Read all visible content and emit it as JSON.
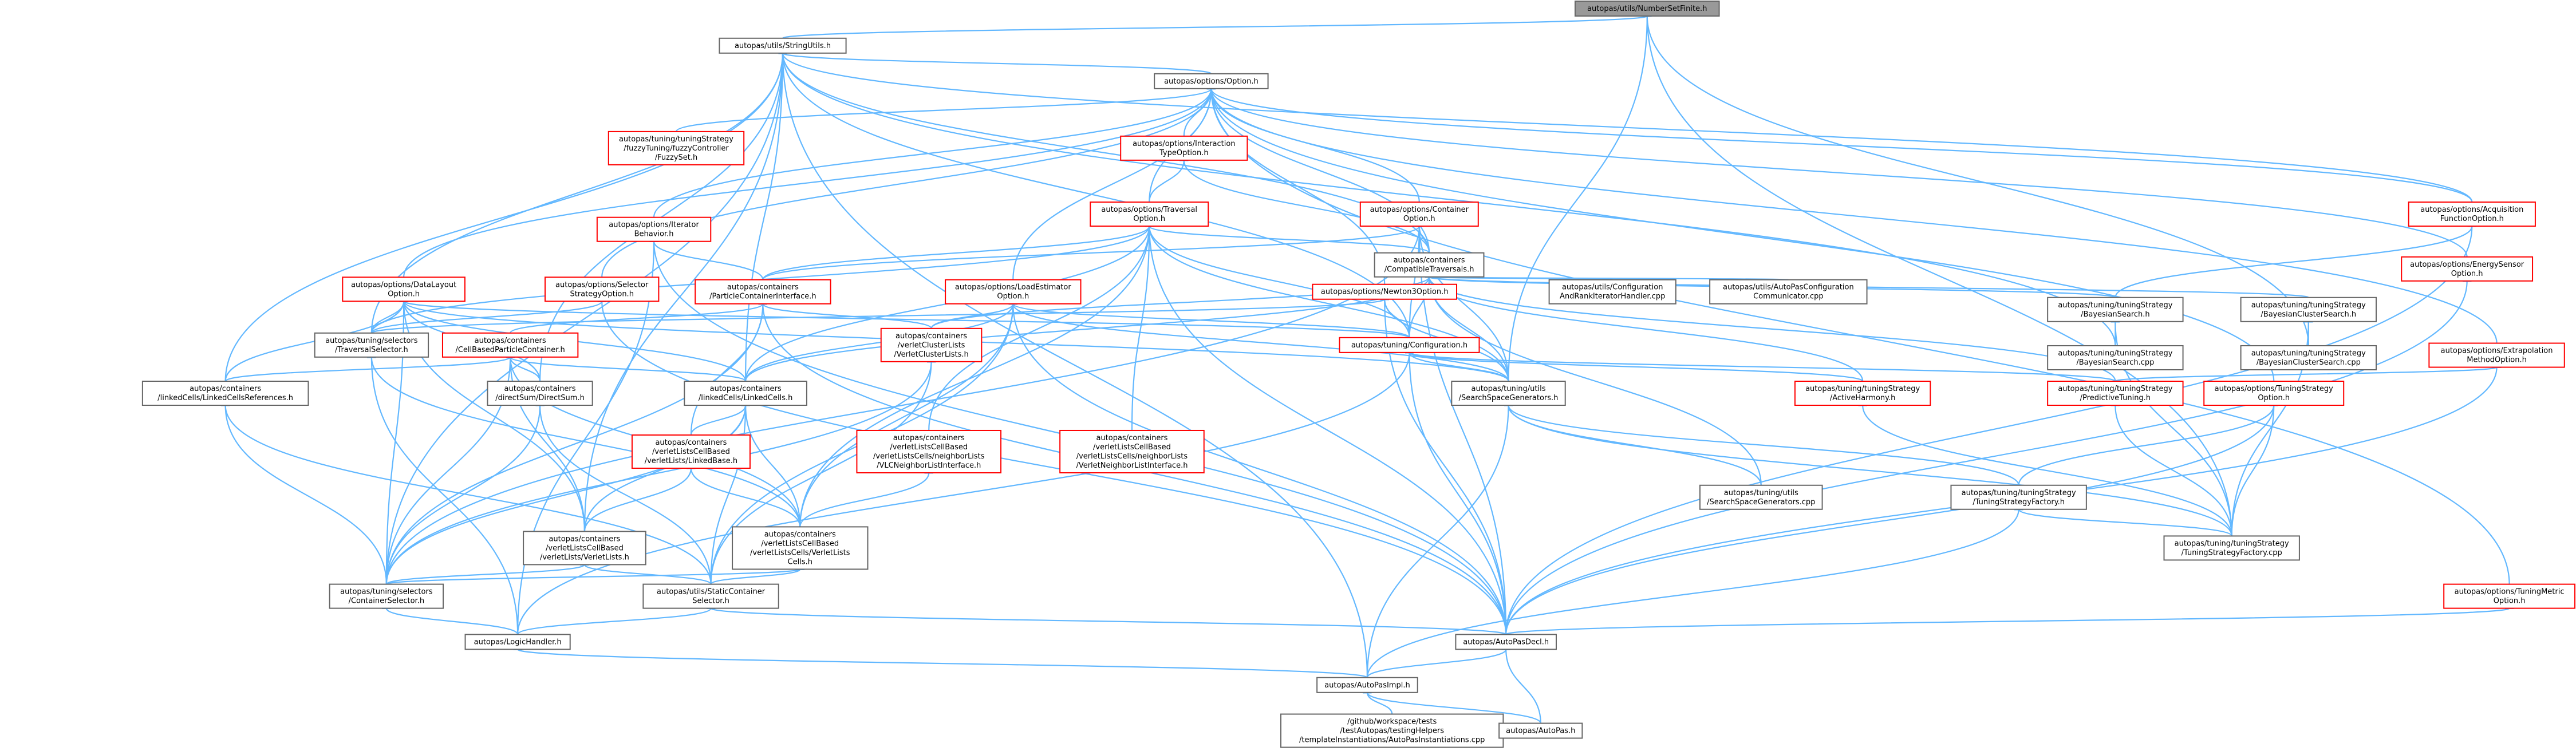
{
  "nodes": [
    {
      "id": "numberset",
      "lines": [
        "autopas/utils/NumberSetFinite.h"
      ],
      "style": "root"
    },
    {
      "id": "stringutils",
      "lines": [
        "autopas/utils/StringUtils.h"
      ],
      "style": "normal"
    },
    {
      "id": "option",
      "lines": [
        "autopas/options/Option.h"
      ],
      "style": "normal"
    },
    {
      "id": "fuzzyset",
      "lines": [
        "autopas/tuning/tuningStrategy",
        "/fuzzyTuning/fuzzyController",
        "/FuzzySet.h"
      ],
      "style": "red"
    },
    {
      "id": "interactiontype",
      "lines": [
        "autopas/options/Interaction",
        "TypeOption.h"
      ],
      "style": "red"
    },
    {
      "id": "traversaloption",
      "lines": [
        "autopas/options/Traversal",
        "Option.h"
      ],
      "style": "red"
    },
    {
      "id": "containeroption",
      "lines": [
        "autopas/options/Container",
        "Option.h"
      ],
      "style": "red"
    },
    {
      "id": "acquisition",
      "lines": [
        "autopas/options/Acquisition",
        "FunctionOption.h"
      ],
      "style": "red"
    },
    {
      "id": "iteratorbehavior",
      "lines": [
        "autopas/options/Iterator",
        "Behavior.h"
      ],
      "style": "red"
    },
    {
      "id": "compatibletraversals",
      "lines": [
        "autopas/containers",
        "/CompatibleTraversals.h"
      ],
      "style": "normal"
    },
    {
      "id": "energysensor",
      "lines": [
        "autopas/options/EnergySensor",
        "Option.h"
      ],
      "style": "red"
    },
    {
      "id": "datalayout",
      "lines": [
        "autopas/options/DataLayout",
        "Option.h"
      ],
      "style": "red"
    },
    {
      "id": "selectorstrategy",
      "lines": [
        "autopas/options/Selector",
        "StrategyOption.h"
      ],
      "style": "red"
    },
    {
      "id": "particlecontainerinterface",
      "lines": [
        "autopas/containers",
        "/ParticleContainerInterface.h"
      ],
      "style": "red"
    },
    {
      "id": "loadestimator",
      "lines": [
        "autopas/options/LoadEstimator",
        "Option.h"
      ],
      "style": "red"
    },
    {
      "id": "newton3",
      "lines": [
        "autopas/options/Newton3Option.h"
      ],
      "style": "red"
    },
    {
      "id": "configandrank",
      "lines": [
        "autopas/utils/Configuration",
        "AndRankIteratorHandler.cpp"
      ],
      "style": "normal"
    },
    {
      "id": "autopasconfigcomm",
      "lines": [
        "autopas/utils/AutoPasConfiguration",
        "Communicator.cpp"
      ],
      "style": "normal"
    },
    {
      "id": "bayesiansearchh",
      "lines": [
        "autopas/tuning/tuningStrategy",
        "/BayesianSearch.h"
      ],
      "style": "normal"
    },
    {
      "id": "bayesianclusterh",
      "lines": [
        "autopas/tuning/tuningStrategy",
        "/BayesianClusterSearch.h"
      ],
      "style": "normal"
    },
    {
      "id": "traversalselector",
      "lines": [
        "autopas/tuning/selectors",
        "/TraversalSelector.h"
      ],
      "style": "normal"
    },
    {
      "id": "cellbasedcontainer",
      "lines": [
        "autopas/containers",
        "/CellBasedParticleContainer.h"
      ],
      "style": "red"
    },
    {
      "id": "verletclusterlists",
      "lines": [
        "autopas/containers",
        "/verletClusterLists",
        "/VerletClusterLists.h"
      ],
      "style": "red"
    },
    {
      "id": "configuration",
      "lines": [
        "autopas/tuning/Configuration.h"
      ],
      "style": "red"
    },
    {
      "id": "bayesiansearchcpp",
      "lines": [
        "autopas/tuning/tuningStrategy",
        "/BayesianSearch.cpp"
      ],
      "style": "normal"
    },
    {
      "id": "bayesianclustercpp",
      "lines": [
        "autopas/tuning/tuningStrategy",
        "/BayesianClusterSearch.cpp"
      ],
      "style": "normal"
    },
    {
      "id": "extrapolation",
      "lines": [
        "autopas/options/Extrapolation",
        "MethodOption.h"
      ],
      "style": "red"
    },
    {
      "id": "linkedcellsrefs",
      "lines": [
        "autopas/containers",
        "/linkedCells/LinkedCellsReferences.h"
      ],
      "style": "normal"
    },
    {
      "id": "directsum",
      "lines": [
        "autopas/containers",
        "/directSum/DirectSum.h"
      ],
      "style": "normal"
    },
    {
      "id": "linkedcells",
      "lines": [
        "autopas/containers",
        "/linkedCells/LinkedCells.h"
      ],
      "style": "normal"
    },
    {
      "id": "searchspacegenerators",
      "lines": [
        "autopas/tuning/utils",
        "/SearchSpaceGenerators.h"
      ],
      "style": "normal"
    },
    {
      "id": "activeharmony",
      "lines": [
        "autopas/tuning/tuningStrategy",
        "/ActiveHarmony.h"
      ],
      "style": "red"
    },
    {
      "id": "predictivetuning",
      "lines": [
        "autopas/tuning/tuningStrategy",
        "/PredictiveTuning.h"
      ],
      "style": "red"
    },
    {
      "id": "tuningstrategyoption",
      "lines": [
        "autopas/options/TuningStrategy",
        "Option.h"
      ],
      "style": "red"
    },
    {
      "id": "verletlistsbase",
      "lines": [
        "autopas/containers",
        "/verletListsCellBased",
        "/verletLists/LinkedBase.h"
      ],
      "style": "red"
    },
    {
      "id": "vlcneighbor",
      "lines": [
        "autopas/containers",
        "/verletListsCellBased",
        "/verletListsCells/neighborLists",
        "/VLCNeighborListInterface.h"
      ],
      "style": "red"
    },
    {
      "id": "verletneighbor",
      "lines": [
        "autopas/containers",
        "/verletListsCellBased",
        "/verletListsCells/neighborLists",
        "/VerletNeighborListInterface.h"
      ],
      "style": "red"
    },
    {
      "id": "searchspacecpp",
      "lines": [
        "autopas/tuning/utils",
        "/SearchSpaceGenerators.cpp"
      ],
      "style": "normal"
    },
    {
      "id": "tsfactoryh",
      "lines": [
        "autopas/tuning/tuningStrategy",
        "/TuningStrategyFactory.h"
      ],
      "style": "normal"
    },
    {
      "id": "verletlists",
      "lines": [
        "autopas/containers",
        "/verletListsCellBased",
        "/verletLists/VerletLists.h"
      ],
      "style": "normal"
    },
    {
      "id": "verletlistscells",
      "lines": [
        "autopas/containers",
        "/verletListsCellBased",
        "/verletListsCells/VerletLists",
        "Cells.h"
      ],
      "style": "normal"
    },
    {
      "id": "tsfactorycpp",
      "lines": [
        "autopas/tuning/tuningStrategy",
        "/TuningStrategyFactory.cpp"
      ],
      "style": "normal"
    },
    {
      "id": "containerselector",
      "lines": [
        "autopas/tuning/selectors",
        "/ContainerSelector.h"
      ],
      "style": "normal"
    },
    {
      "id": "staticcontainerselector",
      "lines": [
        "autopas/utils/StaticContainer",
        "Selector.h"
      ],
      "style": "normal"
    },
    {
      "id": "tuningmetric",
      "lines": [
        "autopas/options/TuningMetric",
        "Option.h"
      ],
      "style": "red"
    },
    {
      "id": "logichandler",
      "lines": [
        "autopas/LogicHandler.h"
      ],
      "style": "normal"
    },
    {
      "id": "autopasdecl",
      "lines": [
        "autopas/AutoPasDecl.h"
      ],
      "style": "normal"
    },
    {
      "id": "autopasimpl",
      "lines": [
        "autopas/AutoPasImpl.h"
      ],
      "style": "normal"
    },
    {
      "id": "templateinst",
      "lines": [
        "/github/workspace/tests",
        "/testAutopas/testingHelpers",
        "/templateInstantiations/AutoPasInstantiations.cpp"
      ],
      "style": "normal"
    },
    {
      "id": "autopash",
      "lines": [
        "autopas/AutoPas.h"
      ],
      "style": "normal"
    }
  ],
  "edges": [
    [
      "numberset",
      "stringutils"
    ],
    [
      "numberset",
      "tsfactorycpp"
    ],
    [
      "numberset",
      "bayesianclustercpp"
    ],
    [
      "numberset",
      "searchspacegenerators"
    ],
    [
      "stringutils",
      "option"
    ],
    [
      "stringutils",
      "traversalselector"
    ],
    [
      "stringutils",
      "linkedcellsrefs"
    ],
    [
      "stringutils",
      "directsum"
    ],
    [
      "stringutils",
      "containerselector"
    ],
    [
      "stringutils",
      "autopasimpl"
    ],
    [
      "stringutils",
      "compatibletraversals"
    ],
    [
      "stringutils",
      "configuration"
    ],
    [
      "stringutils",
      "linkedcells"
    ],
    [
      "stringutils",
      "verletlists"
    ],
    [
      "stringutils",
      "bayesiansearchcpp"
    ],
    [
      "stringutils",
      "acquisition"
    ],
    [
      "option",
      "fuzzyset"
    ],
    [
      "option",
      "interactiontype"
    ],
    [
      "option",
      "traversaloption"
    ],
    [
      "option",
      "containeroption"
    ],
    [
      "option",
      "acquisition"
    ],
    [
      "option",
      "iteratorbehavior"
    ],
    [
      "option",
      "energysensor"
    ],
    [
      "option",
      "datalayout"
    ],
    [
      "option",
      "selectorstrategy"
    ],
    [
      "option",
      "loadestimator"
    ],
    [
      "option",
      "newton3"
    ],
    [
      "option",
      "extrapolation"
    ],
    [
      "option",
      "tuningstrategyoption"
    ],
    [
      "option",
      "tuningmetric"
    ],
    [
      "option",
      "compatibletraversals"
    ],
    [
      "interactiontype",
      "traversaloption"
    ],
    [
      "interactiontype",
      "compatibletraversals"
    ],
    [
      "traversaloption",
      "compatibletraversals"
    ],
    [
      "traversaloption",
      "particlecontainerinterface"
    ],
    [
      "traversaloption",
      "traversalselector"
    ],
    [
      "traversaloption",
      "configuration"
    ],
    [
      "traversaloption",
      "autopasdecl"
    ],
    [
      "traversaloption",
      "searchspacegenerators"
    ],
    [
      "traversaloption",
      "vlcneighbor"
    ],
    [
      "traversaloption",
      "verletneighbor"
    ],
    [
      "traversaloption",
      "linkedcells"
    ],
    [
      "traversaloption",
      "verletlistscells"
    ],
    [
      "containeroption",
      "compatibletraversals"
    ],
    [
      "containeroption",
      "particlecontainerinterface"
    ],
    [
      "containeroption",
      "configuration"
    ],
    [
      "containeroption",
      "containerselector"
    ],
    [
      "containeroption",
      "searchspacegenerators"
    ],
    [
      "containeroption",
      "autopasdecl"
    ],
    [
      "acquisition",
      "bayesiansearchh"
    ],
    [
      "acquisition",
      "autopasdecl"
    ],
    [
      "iteratorbehavior",
      "particlecontainerinterface"
    ],
    [
      "iteratorbehavior",
      "logichandler"
    ],
    [
      "iteratorbehavior",
      "autopasdecl"
    ],
    [
      "compatibletraversals",
      "configandrank"
    ],
    [
      "compatibletraversals",
      "autopasconfigcomm"
    ],
    [
      "compatibletraversals",
      "bayesiansearchh"
    ],
    [
      "compatibletraversals",
      "bayesianclusterh"
    ],
    [
      "compatibletraversals",
      "searchspacecpp"
    ],
    [
      "compatibletraversals",
      "activeharmony"
    ],
    [
      "compatibletraversals",
      "predictivetuning"
    ],
    [
      "compatibletraversals",
      "configuration"
    ],
    [
      "compatibletraversals",
      "searchspacegenerators"
    ],
    [
      "compatibletraversals",
      "linkedcells"
    ],
    [
      "compatibletraversals",
      "verletclusterlists"
    ],
    [
      "energysensor",
      "autopasdecl"
    ],
    [
      "datalayout",
      "traversalselector"
    ],
    [
      "datalayout",
      "linkedcellsrefs"
    ],
    [
      "datalayout",
      "directsum"
    ],
    [
      "datalayout",
      "linkedcells"
    ],
    [
      "datalayout",
      "configuration"
    ],
    [
      "datalayout",
      "searchspacegenerators"
    ],
    [
      "datalayout",
      "verletlists"
    ],
    [
      "datalayout",
      "containerselector"
    ],
    [
      "selectorstrategy",
      "traversalselector"
    ],
    [
      "selectorstrategy",
      "autopasdecl"
    ],
    [
      "particlecontainerinterface",
      "cellbasedcontainer"
    ],
    [
      "particlecontainerinterface",
      "verletclusterlists"
    ],
    [
      "particlecontainerinterface",
      "containerselector"
    ],
    [
      "particlecontainerinterface",
      "autopasdecl"
    ],
    [
      "particlecontainerinterface",
      "verletlistsbase"
    ],
    [
      "loadestimator",
      "configuration"
    ],
    [
      "loadestimator",
      "verletclusterlists"
    ],
    [
      "loadestimator",
      "linkedcells"
    ],
    [
      "loadestimator",
      "searchspacegenerators"
    ],
    [
      "loadestimator",
      "staticcontainerselector"
    ],
    [
      "loadestimator",
      "autopasdecl"
    ],
    [
      "loadestimator",
      "verletlistscells"
    ],
    [
      "newton3",
      "configuration"
    ],
    [
      "newton3",
      "traversalselector"
    ],
    [
      "newton3",
      "searchspacegenerators"
    ],
    [
      "newton3",
      "autopasdecl"
    ],
    [
      "bayesiansearchh",
      "bayesiansearchcpp"
    ],
    [
      "bayesiansearchh",
      "tsfactorycpp"
    ],
    [
      "bayesianclusterh",
      "bayesianclustercpp"
    ],
    [
      "bayesianclusterh",
      "tsfactorycpp"
    ],
    [
      "traversalselector",
      "logichandler"
    ],
    [
      "traversalselector",
      "verletlistscells"
    ],
    [
      "cellbasedcontainer",
      "linkedcellsrefs"
    ],
    [
      "cellbasedcontainer",
      "directsum"
    ],
    [
      "cellbasedcontainer",
      "linkedcells"
    ],
    [
      "cellbasedcontainer",
      "verletlists"
    ],
    [
      "cellbasedcontainer",
      "verletlistscells"
    ],
    [
      "cellbasedcontainer",
      "containerselector"
    ],
    [
      "verletclusterlists",
      "staticcontainerselector"
    ],
    [
      "verletclusterlists",
      "containerselector"
    ],
    [
      "configuration",
      "searchspacegenerators"
    ],
    [
      "configuration",
      "activeharmony"
    ],
    [
      "configuration",
      "predictivetuning"
    ],
    [
      "configuration",
      "autopasdecl"
    ],
    [
      "configuration",
      "logichandler"
    ],
    [
      "extrapolation",
      "predictivetuning"
    ],
    [
      "extrapolation",
      "autopasdecl"
    ],
    [
      "linkedcellsrefs",
      "containerselector"
    ],
    [
      "linkedcellsrefs",
      "staticcontainerselector"
    ],
    [
      "directsum",
      "containerselector"
    ],
    [
      "directsum",
      "staticcontainerselector"
    ],
    [
      "linkedcells",
      "verletlistsbase"
    ],
    [
      "linkedcells",
      "verletlists"
    ],
    [
      "linkedcells",
      "verletlistscells"
    ],
    [
      "linkedcells",
      "containerselector"
    ],
    [
      "linkedcells",
      "staticcontainerselector"
    ],
    [
      "searchspacegenerators",
      "searchspacecpp"
    ],
    [
      "searchspacegenerators",
      "tsfactorycpp"
    ],
    [
      "searchspacegenerators",
      "tsfactoryh"
    ],
    [
      "searchspacegenerators",
      "autopasimpl"
    ],
    [
      "activeharmony",
      "tsfactorycpp"
    ],
    [
      "predictivetuning",
      "tsfactorycpp"
    ],
    [
      "tuningstrategyoption",
      "tsfactoryh"
    ],
    [
      "tuningstrategyoption",
      "tsfactorycpp"
    ],
    [
      "tuningstrategyoption",
      "autopasdecl"
    ],
    [
      "verletlistsbase",
      "verletlists"
    ],
    [
      "verletlistsbase",
      "verletlistscells"
    ],
    [
      "vlcneighbor",
      "verletlistscells"
    ],
    [
      "tsfactoryh",
      "tsfactorycpp"
    ],
    [
      "tsfactoryh",
      "autopasimpl"
    ],
    [
      "verletlists",
      "containerselector"
    ],
    [
      "verletlists",
      "staticcontainerselector"
    ],
    [
      "verletlistscells",
      "containerselector"
    ],
    [
      "verletlistscells",
      "staticcontainerselector"
    ],
    [
      "containerselector",
      "logichandler"
    ],
    [
      "staticcontainerselector",
      "autopasdecl"
    ],
    [
      "staticcontainerselector",
      "logichandler"
    ],
    [
      "tuningmetric",
      "autopasdecl"
    ],
    [
      "logichandler",
      "autopasimpl"
    ],
    [
      "autopasdecl",
      "autopasimpl"
    ],
    [
      "autopasdecl",
      "autopash"
    ],
    [
      "autopasimpl",
      "templateinst"
    ],
    [
      "autopasimpl",
      "autopash"
    ]
  ]
}
